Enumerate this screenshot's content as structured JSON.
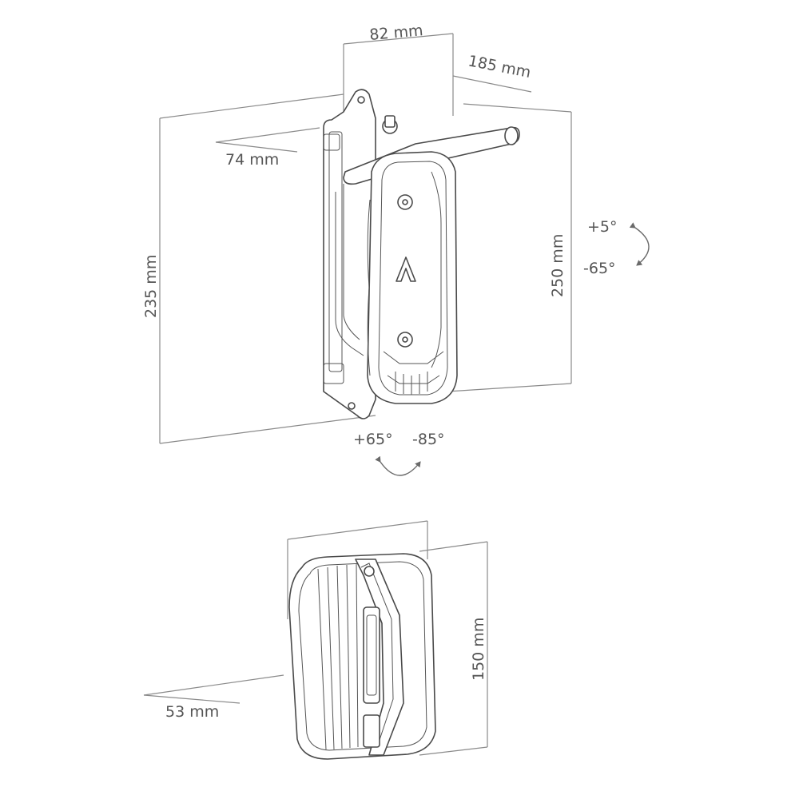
{
  "labels": {
    "top_width": "82 mm",
    "depth": "185 mm",
    "arm_depth": "74 mm",
    "left_height": "235 mm",
    "right_height": "250 mm",
    "tilt_up": "+5°",
    "tilt_down": "-65°",
    "swivel_left": "+65°",
    "swivel_right": "-85°",
    "bottom_height": "150 mm",
    "bottom_depth": "53 mm"
  },
  "colors": {
    "line": "#4a4a4a",
    "dimension": "#8a8a8a",
    "text": "#555555"
  }
}
